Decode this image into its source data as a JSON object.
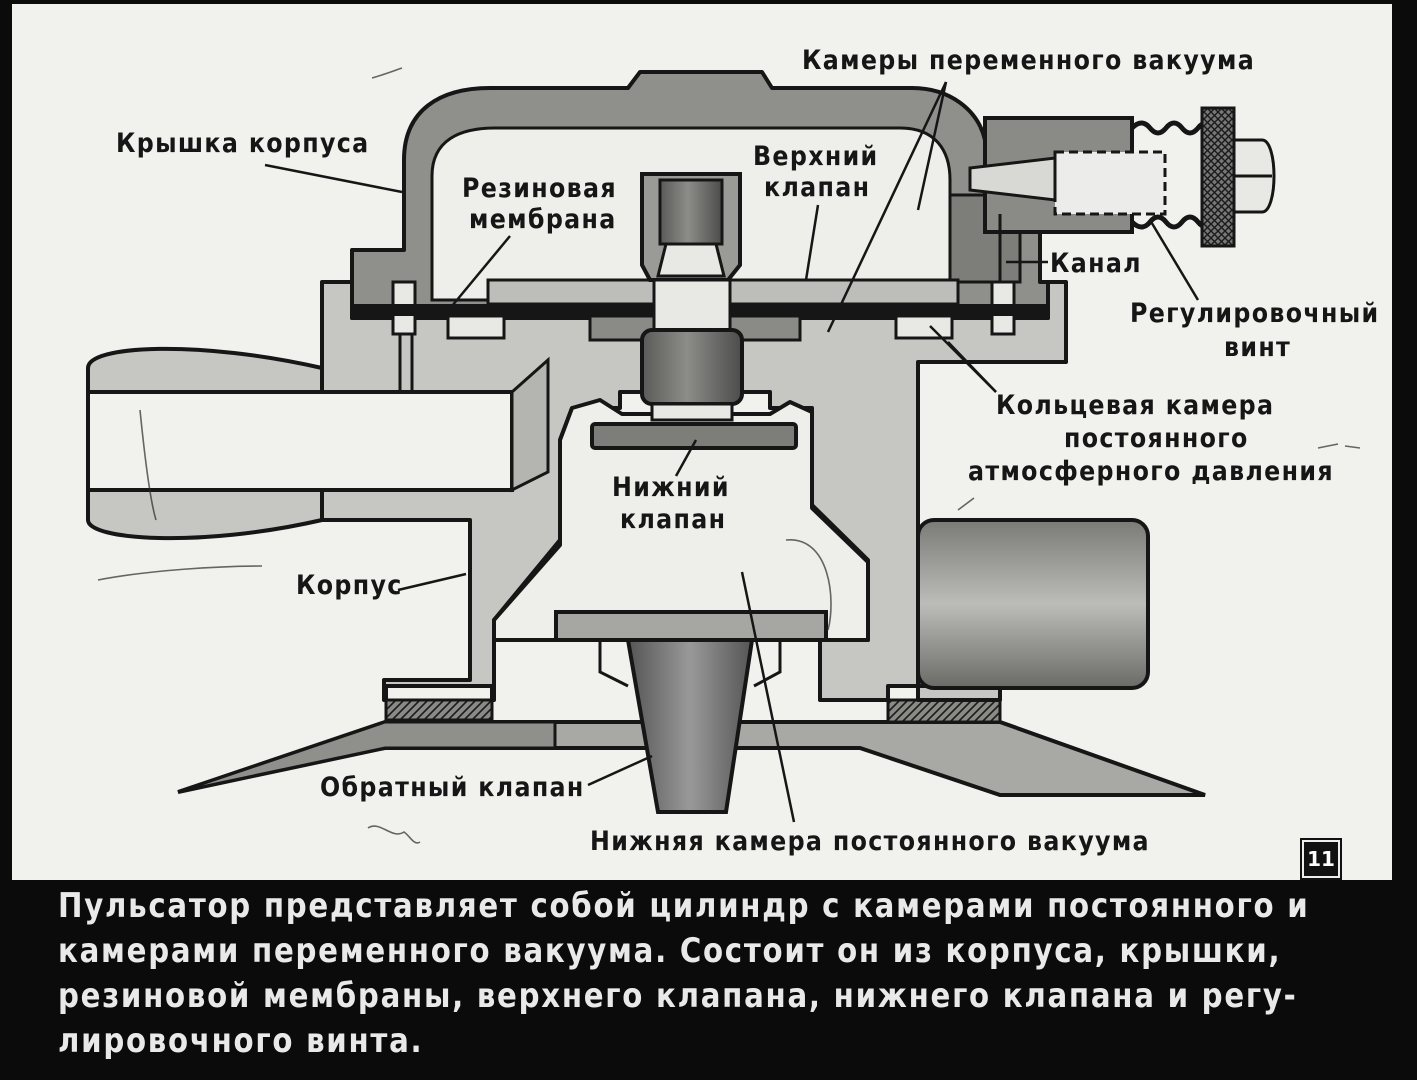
{
  "slide_number": "11",
  "labels": {
    "kamery_peremennogo": "Камеры переменного вакуума",
    "kryshka": "Крышка корпуса",
    "verkhniy_line1": "Верхний",
    "verkhniy_line2": "клапан",
    "rezinovaya_line1": "Резиновая",
    "rezinovaya_line2": "мембрана",
    "kanal": "Канал",
    "regul_line1": "Регулировочный",
    "regul_line2": "винт",
    "koltsevaya_line1": "Кольцевая камера",
    "koltsevaya_line2": "постоянного",
    "koltsevaya_line3": "атмосферного давления",
    "nizhniy_line1": "Нижний",
    "nizhniy_line2": "клапан",
    "korpus": "Корпус",
    "obratny": "Обратный клапан",
    "nizhnyaya_kamera": "Нижняя камера постоянного вакуума"
  },
  "caption": {
    "line1": "Пульсатор представляет  собой цилиндр с камерами  постоянного  и",
    "line2": "камерами переменного вакуума.  Состоит он из  корпуса, крышки,",
    "line3": "резиновой мембраны, верхнего клапана,  нижнего  клапана и  регу-",
    "line4": "лировочного винта."
  },
  "colors": {
    "panel": "#f1f1ee",
    "light_gray": "#c9c9c6",
    "mid_gray": "#9c9c99",
    "dark_gray": "#6e6e6b",
    "ink": "#161616"
  }
}
